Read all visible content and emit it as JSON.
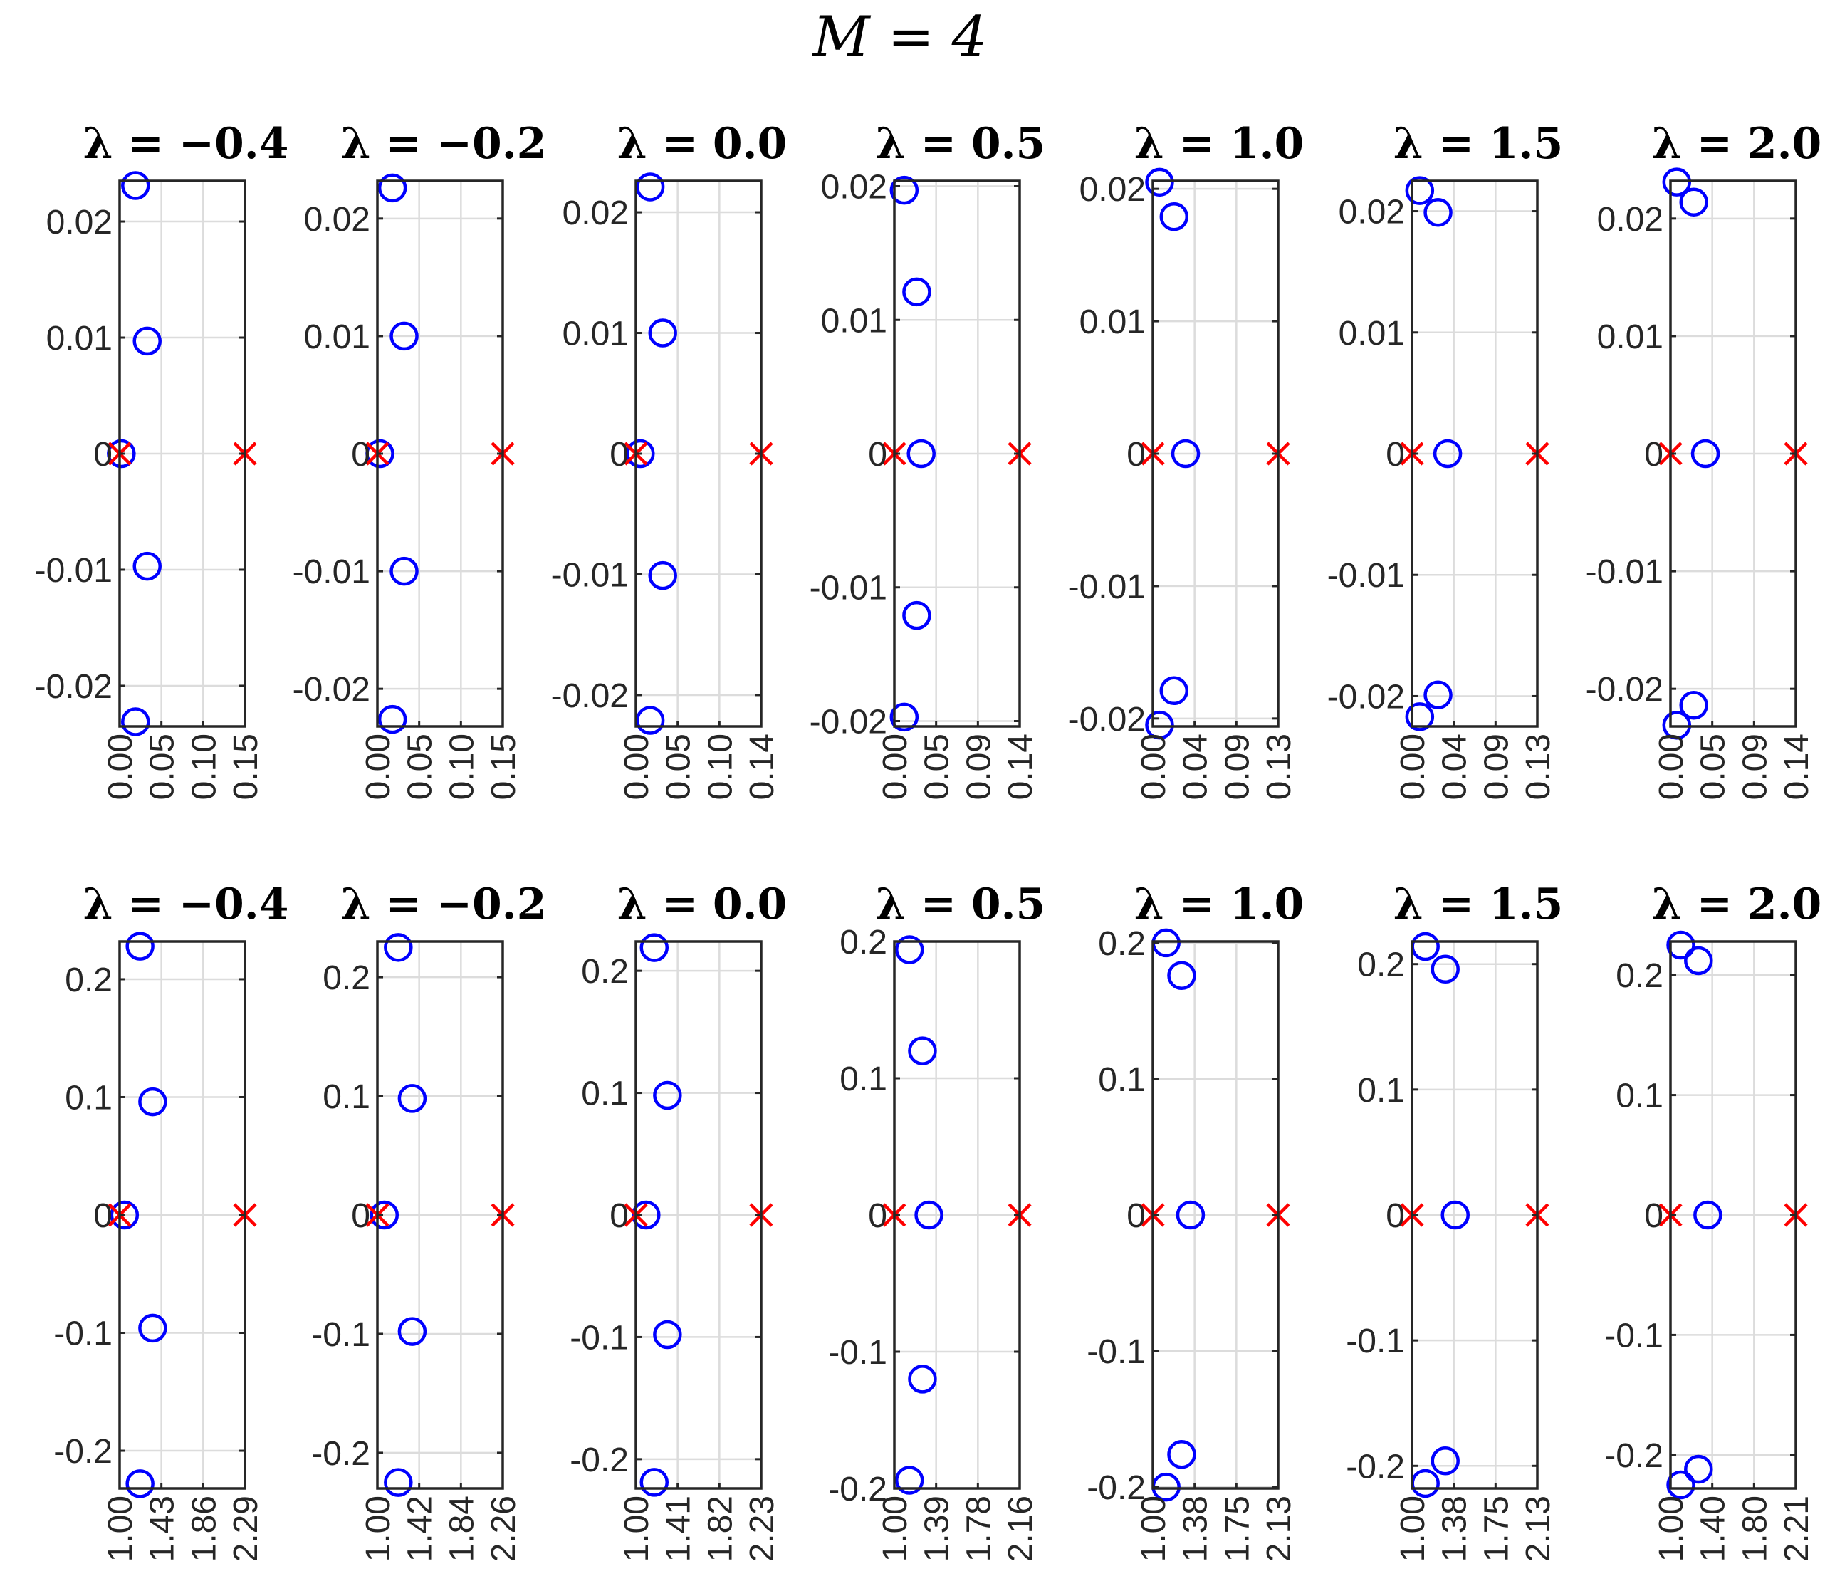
{
  "title": "M = 4",
  "colors": {
    "zeros_marker": "#0000ff",
    "poles_marker": "#ff0000",
    "grid": "#dcdcdc",
    "axes": "#262626"
  },
  "chart_data": [
    {
      "type": "scatter",
      "row": 1,
      "title": "λ = −0.4",
      "xticks": [
        "0.00",
        "0.05",
        "0.10",
        "0.15"
      ],
      "xlim": [
        0,
        0.15
      ],
      "yticks": [
        "-0.02",
        "-0.01",
        "0",
        "0.01",
        "0.02"
      ],
      "ytick_values": [
        -0.02,
        -0.01,
        0,
        0.01,
        0.02
      ],
      "ylim": [
        -0.0235,
        0.0235
      ],
      "grid": true,
      "series": [
        {
          "marker": "o",
          "color": "#0000ff",
          "points": [
            [
              0.019,
              0.0231
            ],
            [
              0.033,
              0.0097
            ],
            [
              0.002,
              0
            ],
            [
              0.033,
              -0.0097
            ],
            [
              0.019,
              -0.0231
            ]
          ]
        },
        {
          "marker": "x",
          "color": "#ff0000",
          "points": [
            [
              0,
              0
            ],
            [
              0.15,
              0
            ]
          ]
        }
      ]
    },
    {
      "type": "scatter",
      "row": 1,
      "title": "λ = −0.2",
      "xticks": [
        "0.00",
        "0.05",
        "0.10",
        "0.15"
      ],
      "xlim": [
        0,
        0.15
      ],
      "yticks": [
        "-0.02",
        "-0.01",
        "0",
        "0.01",
        "0.02"
      ],
      "ytick_values": [
        -0.02,
        -0.01,
        0,
        0.01,
        0.02
      ],
      "ylim": [
        -0.0232,
        0.0232
      ],
      "grid": true,
      "series": [
        {
          "marker": "o",
          "color": "#0000ff",
          "points": [
            [
              0.018,
              0.0226
            ],
            [
              0.032,
              0.01
            ],
            [
              0.003,
              0
            ],
            [
              0.032,
              -0.01
            ],
            [
              0.018,
              -0.0226
            ]
          ]
        },
        {
          "marker": "x",
          "color": "#ff0000",
          "points": [
            [
              0,
              0
            ],
            [
              0.15,
              0
            ]
          ]
        }
      ]
    },
    {
      "type": "scatter",
      "row": 1,
      "title": "λ = 0.0",
      "xticks": [
        "0.00",
        "0.05",
        "0.10",
        "0.14"
      ],
      "xlim": [
        0,
        0.14
      ],
      "yticks": [
        "-0.02",
        "-0.01",
        "0",
        "0.01",
        "0.02"
      ],
      "ytick_values": [
        -0.02,
        -0.01,
        0,
        0.01,
        0.02
      ],
      "ylim": [
        -0.0226,
        0.0226
      ],
      "grid": true,
      "series": [
        {
          "marker": "o",
          "color": "#0000ff",
          "points": [
            [
              0.016,
              0.0221
            ],
            [
              0.03,
              0.01
            ],
            [
              0.005,
              0
            ],
            [
              0.03,
              -0.0101
            ],
            [
              0.016,
              -0.0221
            ]
          ]
        },
        {
          "marker": "x",
          "color": "#ff0000",
          "points": [
            [
              0,
              0
            ],
            [
              0.14,
              0
            ]
          ]
        }
      ]
    },
    {
      "type": "scatter",
      "row": 1,
      "title": "λ = 0.5",
      "xticks": [
        "0.00",
        "0.05",
        "0.09",
        "0.14"
      ],
      "xlim": [
        0,
        0.14
      ],
      "yticks": [
        "-0.02",
        "-0.01",
        "0",
        "0.01",
        "0.02"
      ],
      "ytick_values": [
        -0.02,
        -0.01,
        0,
        0.01,
        0.02
      ],
      "ylim": [
        -0.0204,
        0.0204
      ],
      "grid": true,
      "series": [
        {
          "marker": "o",
          "color": "#0000ff",
          "points": [
            [
              0.011,
              0.0197
            ],
            [
              0.025,
              0.0121
            ],
            [
              0.03,
              0
            ],
            [
              0.025,
              -0.0121
            ],
            [
              0.011,
              -0.0197
            ]
          ]
        },
        {
          "marker": "x",
          "color": "#ff0000",
          "points": [
            [
              0,
              0
            ],
            [
              0.14,
              0
            ]
          ]
        }
      ]
    },
    {
      "type": "scatter",
      "row": 1,
      "title": "λ = 1.0",
      "xticks": [
        "0.00",
        "0.04",
        "0.09",
        "0.13"
      ],
      "xlim": [
        0,
        0.13
      ],
      "yticks": [
        "-0.02",
        "-0.01",
        "0",
        "0.01",
        "0.02"
      ],
      "ytick_values": [
        -0.02,
        -0.01,
        0,
        0.01,
        0.02
      ],
      "ylim": [
        -0.0206,
        0.0206
      ],
      "grid": true,
      "series": [
        {
          "marker": "o",
          "color": "#0000ff",
          "points": [
            [
              0.007,
              0.0205
            ],
            [
              0.022,
              0.0179
            ],
            [
              0.034,
              0
            ],
            [
              0.022,
              -0.0179
            ],
            [
              0.007,
              -0.0205
            ]
          ]
        },
        {
          "marker": "x",
          "color": "#ff0000",
          "points": [
            [
              0,
              0
            ],
            [
              0.13,
              0
            ]
          ]
        }
      ]
    },
    {
      "type": "scatter",
      "row": 1,
      "title": "λ = 1.5",
      "xticks": [
        "0.00",
        "0.04",
        "0.09",
        "0.13"
      ],
      "xlim": [
        0,
        0.13
      ],
      "yticks": [
        "-0.02",
        "-0.01",
        "0",
        "0.01",
        "0.02"
      ],
      "ytick_values": [
        -0.02,
        -0.01,
        0,
        0.01,
        0.02
      ],
      "ylim": [
        -0.0225,
        0.0225
      ],
      "grid": true,
      "series": [
        {
          "marker": "o",
          "color": "#0000ff",
          "points": [
            [
              0.008,
              0.0217
            ],
            [
              0.027,
              0.0199
            ],
            [
              0.037,
              0
            ],
            [
              0.027,
              -0.0199
            ],
            [
              0.008,
              -0.0217
            ]
          ]
        },
        {
          "marker": "x",
          "color": "#ff0000",
          "points": [
            [
              0,
              0
            ],
            [
              0.13,
              0
            ]
          ]
        }
      ]
    },
    {
      "type": "scatter",
      "row": 1,
      "title": "λ = 2.0",
      "xticks": [
        "0.00",
        "0.05",
        "0.09",
        "0.14"
      ],
      "xlim": [
        0,
        0.14
      ],
      "yticks": [
        "-0.02",
        "-0.01",
        "0",
        "0.01",
        "0.02"
      ],
      "ytick_values": [
        -0.02,
        -0.01,
        0,
        0.01,
        0.02
      ],
      "ylim": [
        -0.0232,
        0.0232
      ],
      "grid": true,
      "series": [
        {
          "marker": "o",
          "color": "#0000ff",
          "points": [
            [
              0.007,
              0.0231
            ],
            [
              0.026,
              0.0214
            ],
            [
              0.039,
              0
            ],
            [
              0.026,
              -0.0214
            ],
            [
              0.007,
              -0.0231
            ]
          ]
        },
        {
          "marker": "x",
          "color": "#ff0000",
          "points": [
            [
              0,
              0
            ],
            [
              0.14,
              0
            ]
          ]
        }
      ]
    },
    {
      "type": "scatter",
      "row": 2,
      "title": "λ = −0.4",
      "xticks": [
        "1.00",
        "1.43",
        "1.86",
        "2.29"
      ],
      "xlim": [
        1.0,
        2.29
      ],
      "yticks": [
        "-0.2",
        "-0.1",
        "0",
        "0.1",
        "0.2"
      ],
      "ytick_values": [
        -0.2,
        -0.1,
        0,
        0.1,
        0.2
      ],
      "ylim": [
        -0.232,
        0.232
      ],
      "grid": true,
      "series": [
        {
          "marker": "o",
          "color": "#0000ff",
          "points": [
            [
              1.21,
              0.228
            ],
            [
              1.34,
              0.096
            ],
            [
              1.05,
              0
            ],
            [
              1.34,
              -0.096
            ],
            [
              1.21,
              -0.228
            ]
          ]
        },
        {
          "marker": "x",
          "color": "#ff0000",
          "points": [
            [
              1.0,
              0
            ],
            [
              2.29,
              0
            ]
          ]
        }
      ]
    },
    {
      "type": "scatter",
      "row": 2,
      "title": "λ = −0.2",
      "xticks": [
        "1.00",
        "1.42",
        "1.84",
        "2.26"
      ],
      "xlim": [
        1.0,
        2.26
      ],
      "yticks": [
        "-0.2",
        "-0.1",
        "0",
        "0.1",
        "0.2"
      ],
      "ytick_values": [
        -0.2,
        -0.1,
        0,
        0.1,
        0.2
      ],
      "ylim": [
        -0.23,
        0.23
      ],
      "grid": true,
      "series": [
        {
          "marker": "o",
          "color": "#0000ff",
          "points": [
            [
              1.21,
              0.225
            ],
            [
              1.35,
              0.098
            ],
            [
              1.07,
              0
            ],
            [
              1.35,
              -0.098
            ],
            [
              1.21,
              -0.225
            ]
          ]
        },
        {
          "marker": "x",
          "color": "#ff0000",
          "points": [
            [
              1.0,
              0
            ],
            [
              2.26,
              0
            ]
          ]
        }
      ]
    },
    {
      "type": "scatter",
      "row": 2,
      "title": "λ = 0.0",
      "xticks": [
        "1.00",
        "1.41",
        "1.82",
        "2.23"
      ],
      "xlim": [
        1.0,
        2.23
      ],
      "yticks": [
        "-0.2",
        "-0.1",
        "0",
        "0.1",
        "0.2"
      ],
      "ytick_values": [
        -0.2,
        -0.1,
        0,
        0.1,
        0.2
      ],
      "ylim": [
        -0.224,
        0.224
      ],
      "grid": true,
      "series": [
        {
          "marker": "o",
          "color": "#0000ff",
          "points": [
            [
              1.18,
              0.219
            ],
            [
              1.31,
              0.098
            ],
            [
              1.1,
              0
            ],
            [
              1.31,
              -0.098
            ],
            [
              1.18,
              -0.219
            ]
          ]
        },
        {
          "marker": "x",
          "color": "#ff0000",
          "points": [
            [
              1.0,
              0
            ],
            [
              2.23,
              0
            ]
          ]
        }
      ]
    },
    {
      "type": "scatter",
      "row": 2,
      "title": "λ = 0.5",
      "xticks": [
        "1.00",
        "1.39",
        "1.78",
        "2.16"
      ],
      "xlim": [
        1.0,
        2.16
      ],
      "yticks": [
        "-0.2",
        "-0.1",
        "0",
        "0.1",
        "0.2"
      ],
      "ytick_values": [
        -0.2,
        -0.1,
        0,
        0.1,
        0.2
      ],
      "ylim": [
        -0.2,
        0.2
      ],
      "grid": true,
      "series": [
        {
          "marker": "o",
          "color": "#0000ff",
          "points": [
            [
              1.14,
              0.194
            ],
            [
              1.26,
              0.12
            ],
            [
              1.32,
              0
            ],
            [
              1.26,
              -0.12
            ],
            [
              1.14,
              -0.194
            ]
          ]
        },
        {
          "marker": "x",
          "color": "#ff0000",
          "points": [
            [
              1.0,
              0
            ],
            [
              2.16,
              0
            ]
          ]
        }
      ]
    },
    {
      "type": "scatter",
      "row": 2,
      "title": "λ = 1.0",
      "xticks": [
        "1.00",
        "1.38",
        "1.75",
        "2.13"
      ],
      "xlim": [
        1.0,
        2.13
      ],
      "yticks": [
        "-0.2",
        "-0.1",
        "0",
        "0.1",
        "0.2"
      ],
      "ytick_values": [
        -0.2,
        -0.1,
        0,
        0.1,
        0.2
      ],
      "ylim": [
        -0.201,
        0.201
      ],
      "grid": true,
      "series": [
        {
          "marker": "o",
          "color": "#0000ff",
          "points": [
            [
              1.12,
              0.2
            ],
            [
              1.26,
              0.176
            ],
            [
              1.34,
              0
            ],
            [
              1.26,
              -0.176
            ],
            [
              1.12,
              -0.2
            ]
          ]
        },
        {
          "marker": "x",
          "color": "#ff0000",
          "points": [
            [
              1.0,
              0
            ],
            [
              2.13,
              0
            ]
          ]
        }
      ]
    },
    {
      "type": "scatter",
      "row": 2,
      "title": "λ = 1.5",
      "xticks": [
        "1.00",
        "1.38",
        "1.75",
        "2.13"
      ],
      "xlim": [
        1.0,
        2.13
      ],
      "yticks": [
        "-0.2",
        "-0.1",
        "0",
        "0.1",
        "0.2"
      ],
      "ytick_values": [
        -0.2,
        -0.1,
        0,
        0.1,
        0.2
      ],
      "ylim": [
        -0.218,
        0.218
      ],
      "grid": true,
      "series": [
        {
          "marker": "o",
          "color": "#0000ff",
          "points": [
            [
              1.12,
              0.214
            ],
            [
              1.3,
              0.196
            ],
            [
              1.39,
              0
            ],
            [
              1.3,
              -0.196
            ],
            [
              1.12,
              -0.214
            ]
          ]
        },
        {
          "marker": "x",
          "color": "#ff0000",
          "points": [
            [
              1.0,
              0
            ],
            [
              2.13,
              0
            ]
          ]
        }
      ]
    },
    {
      "type": "scatter",
      "row": 2,
      "title": "λ = 2.0",
      "xticks": [
        "1.00",
        "1.40",
        "1.80",
        "2.21"
      ],
      "xlim": [
        1.0,
        2.21
      ],
      "yticks": [
        "-0.2",
        "-0.1",
        "0",
        "0.1",
        "0.2"
      ],
      "ytick_values": [
        -0.2,
        -0.1,
        0,
        0.1,
        0.2
      ],
      "ylim": [
        -0.228,
        0.228
      ],
      "grid": true,
      "series": [
        {
          "marker": "o",
          "color": "#0000ff",
          "points": [
            [
              1.1,
              0.225
            ],
            [
              1.27,
              0.212
            ],
            [
              1.36,
              0
            ],
            [
              1.27,
              -0.212
            ],
            [
              1.1,
              -0.225
            ]
          ]
        },
        {
          "marker": "x",
          "color": "#ff0000",
          "points": [
            [
              1.0,
              0
            ],
            [
              2.21,
              0
            ]
          ]
        }
      ]
    }
  ]
}
